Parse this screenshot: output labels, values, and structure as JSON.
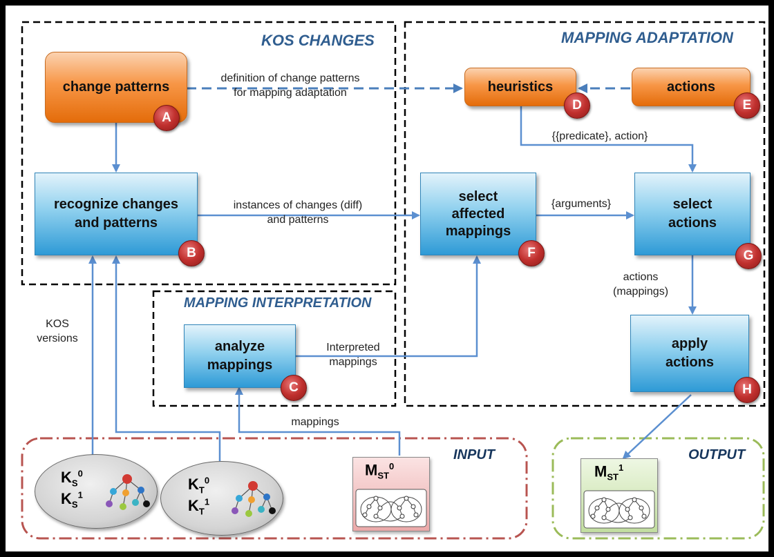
{
  "regions": {
    "kos_changes": "KOS CHANGES",
    "mapping_adaptation": "MAPPING ADAPTATION",
    "mapping_interpretation": "MAPPING INTERPRETATION",
    "input": "INPUT",
    "output": "OUTPUT"
  },
  "nodes": {
    "change_patterns": {
      "label": "change patterns",
      "badge": "A"
    },
    "recognize": {
      "label": "recognize changes\nand patterns",
      "badge": "B"
    },
    "analyze": {
      "label": "analyze\nmappings",
      "badge": "C"
    },
    "heuristics": {
      "label": "heuristics",
      "badge": "D"
    },
    "actions": {
      "label": "actions",
      "badge": "E"
    },
    "select_affected": {
      "label": "select\naffected\nmappings",
      "badge": "F"
    },
    "select_actions": {
      "label": "select\nactions",
      "badge": "G"
    },
    "apply_actions": {
      "label": "apply\nactions",
      "badge": "H"
    }
  },
  "edge_labels": {
    "definition": "definition  of change patterns\nfor mapping  adaptation",
    "instances": "instances of changes (diff)\nand patterns",
    "predicate_action": "{{predicate}, action}",
    "arguments": "{arguments}",
    "actions_mappings": "actions\n(mappings)",
    "interpreted": "Interpreted\nmappings",
    "kos_versions": "KOS\nversions",
    "mappings": "mappings"
  },
  "inputs": {
    "ks": {
      "base": "K",
      "sub": "S",
      "sup0": "0",
      "sup1": "1"
    },
    "kt": {
      "base": "K",
      "sub": "T",
      "sup0": "0",
      "sup1": "1"
    },
    "mst0": {
      "base": "M",
      "sub": "ST",
      "sup": "0"
    },
    "mst1": {
      "base": "M",
      "sub": "ST",
      "sup": "1"
    }
  },
  "colors": {
    "region_title": "#2f5d8f",
    "arrow": "#5b8fd0",
    "input_border": "#b85450",
    "output_border": "#9bbb59",
    "badge": "#c0302e"
  }
}
